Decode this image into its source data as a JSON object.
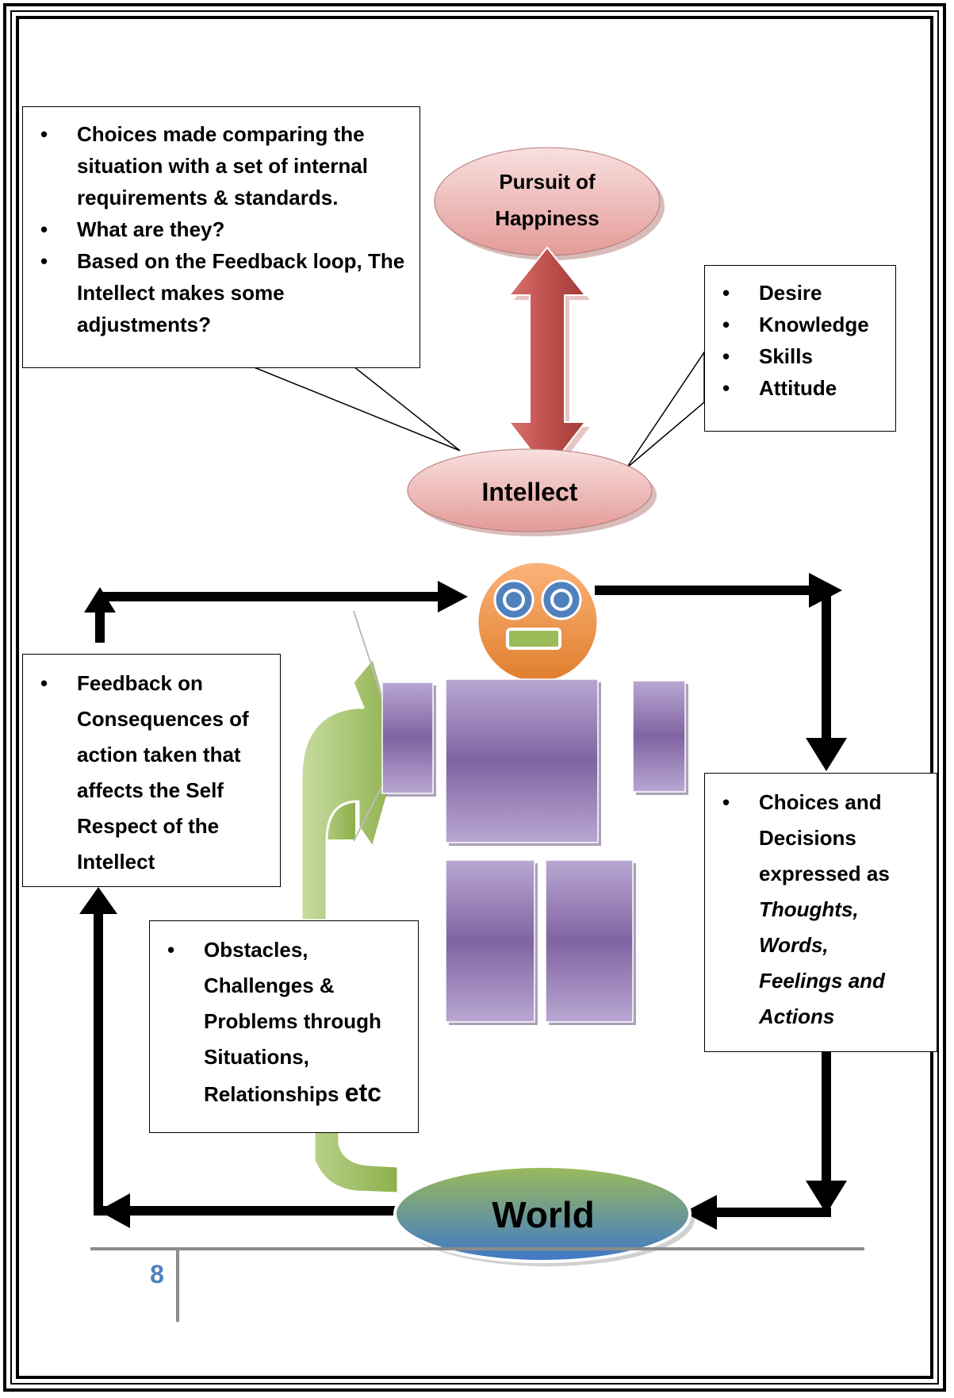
{
  "choices_callout": {
    "items": [
      "Choices made comparing the situation with a set of internal requirements & standards.",
      "What are they?",
      "Based on the Feedback loop, The Intellect makes some adjustments?"
    ]
  },
  "pursuit": {
    "line1": "Pursuit of",
    "line2": "Happiness"
  },
  "intellect": {
    "label": "Intellect"
  },
  "qualities": {
    "items": [
      "Desire",
      "Knowledge",
      "Skills",
      "Attitude"
    ]
  },
  "feedback": {
    "text": "Feedback on Consequences of action taken that affects the Self Respect of the Intellect"
  },
  "decisions": {
    "lead": "Choices and Decisions expressed as",
    "line1": "Thoughts,",
    "line2": "Words,",
    "line3": "Feelings and",
    "line4": "Actions"
  },
  "obstacles": {
    "text": "Obstacles, Challenges  & Problems through Situations, Relationships",
    "suffix": "etc"
  },
  "world": {
    "label": "World"
  },
  "page": {
    "number": "8"
  },
  "colors": {
    "arrow_red": "#c0504d",
    "ellipse_pink": "#e6b8b7",
    "robot_purple": "#8064a2",
    "head_orange": "#f79646",
    "eye_blue": "#4f81bd",
    "arrow_green": "#9bbb59",
    "page_number_blue": "#4f81bd"
  }
}
